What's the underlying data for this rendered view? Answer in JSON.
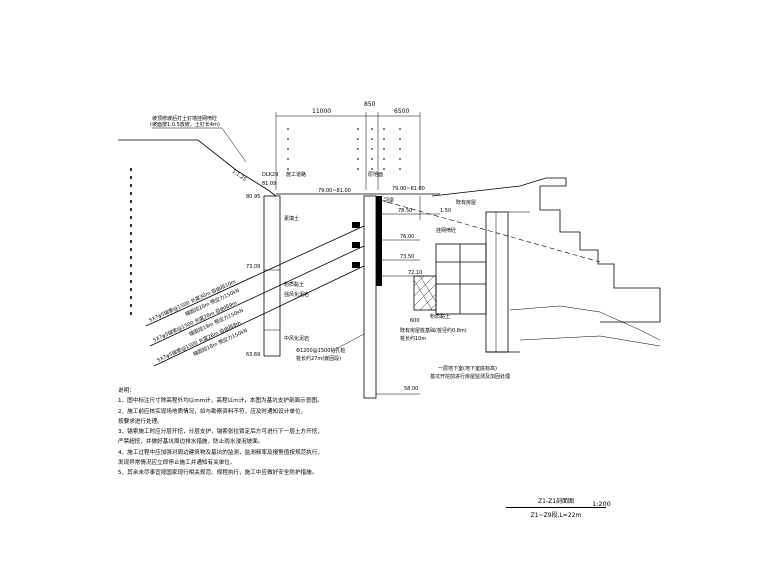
{
  "dimensions": {
    "top_left": "11000",
    "top_mid": "850",
    "top_right": "6500"
  },
  "labels": {
    "slope_note_1": "坡顶修坡后打土钉墙挂网喷砼",
    "slope_note_2": "(坡面按1:0.5放坡，土钉长4m)",
    "slope_ratio": "1:1.25",
    "station": "DLK29",
    "elev_top_left": "81.09",
    "elev_left_1": "80.95",
    "elev_left_2": "73.09",
    "elev_left_3": "63.69",
    "elev_road": "79.00~81.00",
    "road_label": "施工道路",
    "ground_label": "原地面",
    "elev_right_top": "79.00~81.00",
    "elev_right_1": "78.50",
    "elev_right_2": "76.00",
    "elev_right_3": "73.50",
    "elev_right_4": "72.10",
    "elev_bottom": "58.00",
    "house_label": "既有房屋",
    "fill_label": "粉质黏土",
    "soil_1": "素填土",
    "soil_2": "粉质黏土",
    "soil_3": "强风化泥岩",
    "soil_4": "中风化泥岩",
    "beam_label": "冠梁",
    "anchor_1": "5X7φ5锚索@1500 长度30m 自由段10m",
    "anchor_2": "锚固段20m 预应力150kN",
    "anchor_3": "5X7φ5锚索@1500 长度28m 自由段9m",
    "anchor_4": "锚固段19m 预应力150kN",
    "anchor_5": "5X7φ5锚索@1500 长度26m 自由段8m",
    "anchor_6": "锚固段18m 预应力150kN",
    "pile_label": "Φ1200@1500钻孔桩",
    "pile_sub": "桩长约27m(嵌固段)",
    "foundation_1": "既有房屋桩基础(桩径约0.8m)",
    "foundation_2": "桩长约10m",
    "small_dim": "600",
    "bottom_label_1": "一层地下室(地下室底标高)",
    "bottom_label_2": "基坑开挖前进行房屋监测及加固处理",
    "dist_label": "1.50",
    "right_note": "挂网喷砼"
  },
  "notes": {
    "title": "说明：",
    "items": [
      "1、图中标注尺寸除高程外均以mm计，高程以m计，本图为基坑支护剖面示意图。",
      "2、施工前应核实现场地质情况，如与勘察资料不符，应及时通知设计单位，",
      "   按要求进行处理。",
      "3、锚索施工时应分层开挖，分层支护，锚索张拉锁定后方可进行下一层土方开挖，",
      "   严禁超挖，并做好基坑周边排水措施，防止雨水浸泡坡面。",
      "",
      "4、施工过程中应加强对周边建筑物及基坑的监测，监测频率及报警值按规范执行，",
      "   发现异常情况应立即停止施工并通知有关单位。",
      "5、其余未尽事宜按国家现行相关规范、规程执行，施工中应做好安全防护措施。"
    ]
  },
  "title_block": {
    "main": "Z1-Z1剖面图",
    "sub": "Z1~Z9段,L=22m",
    "scale": "1:200"
  }
}
